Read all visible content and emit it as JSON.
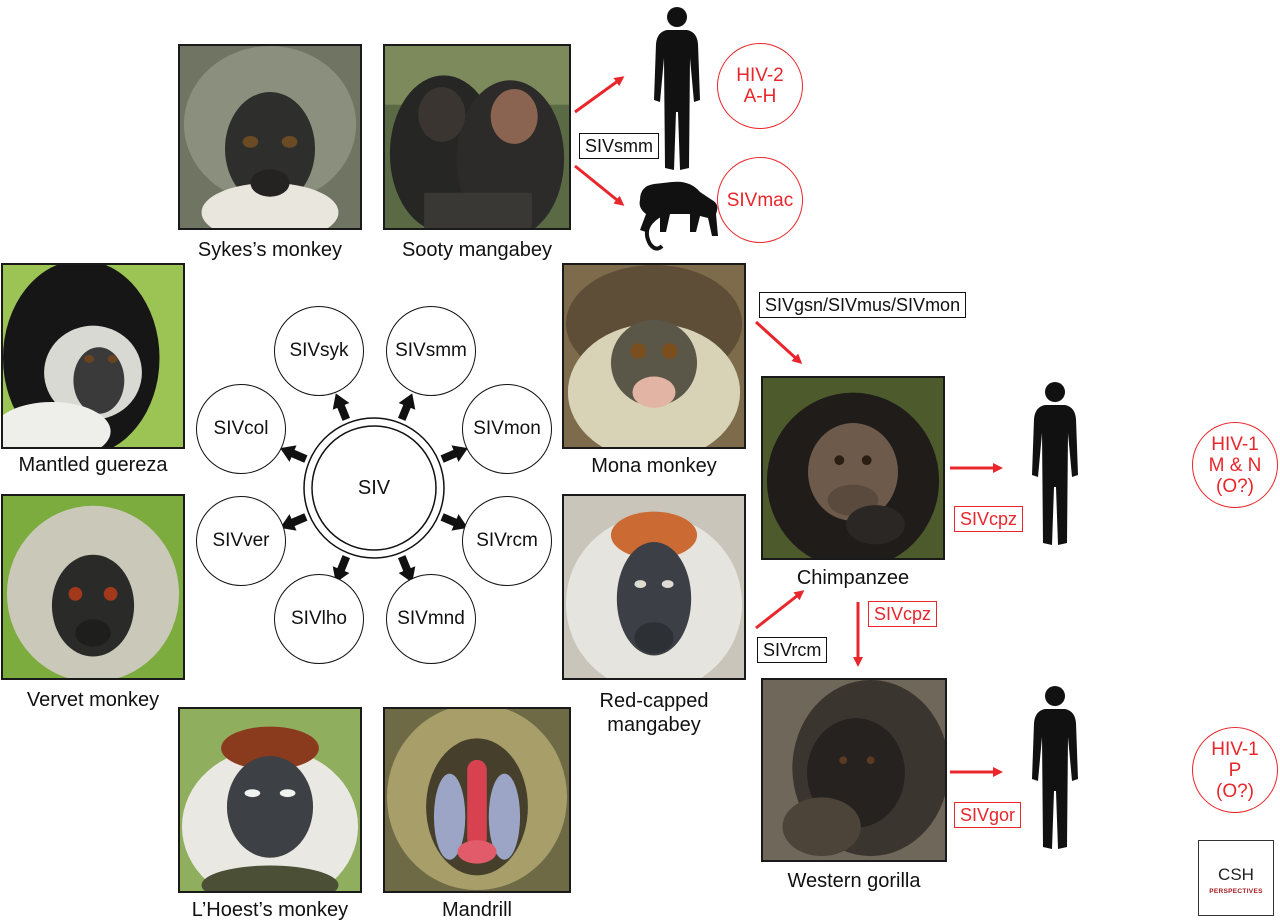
{
  "primates": {
    "sykes": "Sykes’s monkey",
    "sooty": "Sooty mangabey",
    "guereza": "Mantled guereza",
    "vervet": "Vervet monkey",
    "mona": "Mona monkey",
    "redcapped": "Red-capped\nmangabey",
    "lhoest": "L’Hoest’s monkey",
    "mandrill": "Mandrill",
    "chimp": "Chimpanzee",
    "gorilla": "Western gorilla"
  },
  "ring": {
    "center": "SIV",
    "syk": "SIVsyk",
    "smm": "SIVsmm",
    "mon": "SIVmon",
    "rcm": "SIVrcm",
    "mnd": "SIVmnd",
    "lho": "SIVlho",
    "ver": "SIVver",
    "col": "SIVcol"
  },
  "transmission": {
    "smm": "SIVsmm",
    "gsn": "SIVgsn/SIVmus/SIVmon",
    "rcm": "SIVrcm",
    "cpz_to_human": "SIVcpz",
    "cpz_to_gorilla": "SIVcpz",
    "gor": "SIVgor"
  },
  "outcomes": {
    "hiv2": [
      "HIV-2",
      "A-H"
    ],
    "sivmac": "SIVmac",
    "hiv1_mn": [
      "HIV-1",
      "M & N",
      "(O?)"
    ],
    "hiv1_p": [
      "HIV-1",
      "P",
      "(O?)"
    ]
  },
  "logo": {
    "csh": "CSH",
    "perspectives": "PERSPECTIVES"
  },
  "colors": {
    "accent_red": "#e8262b",
    "line": "#111111"
  }
}
